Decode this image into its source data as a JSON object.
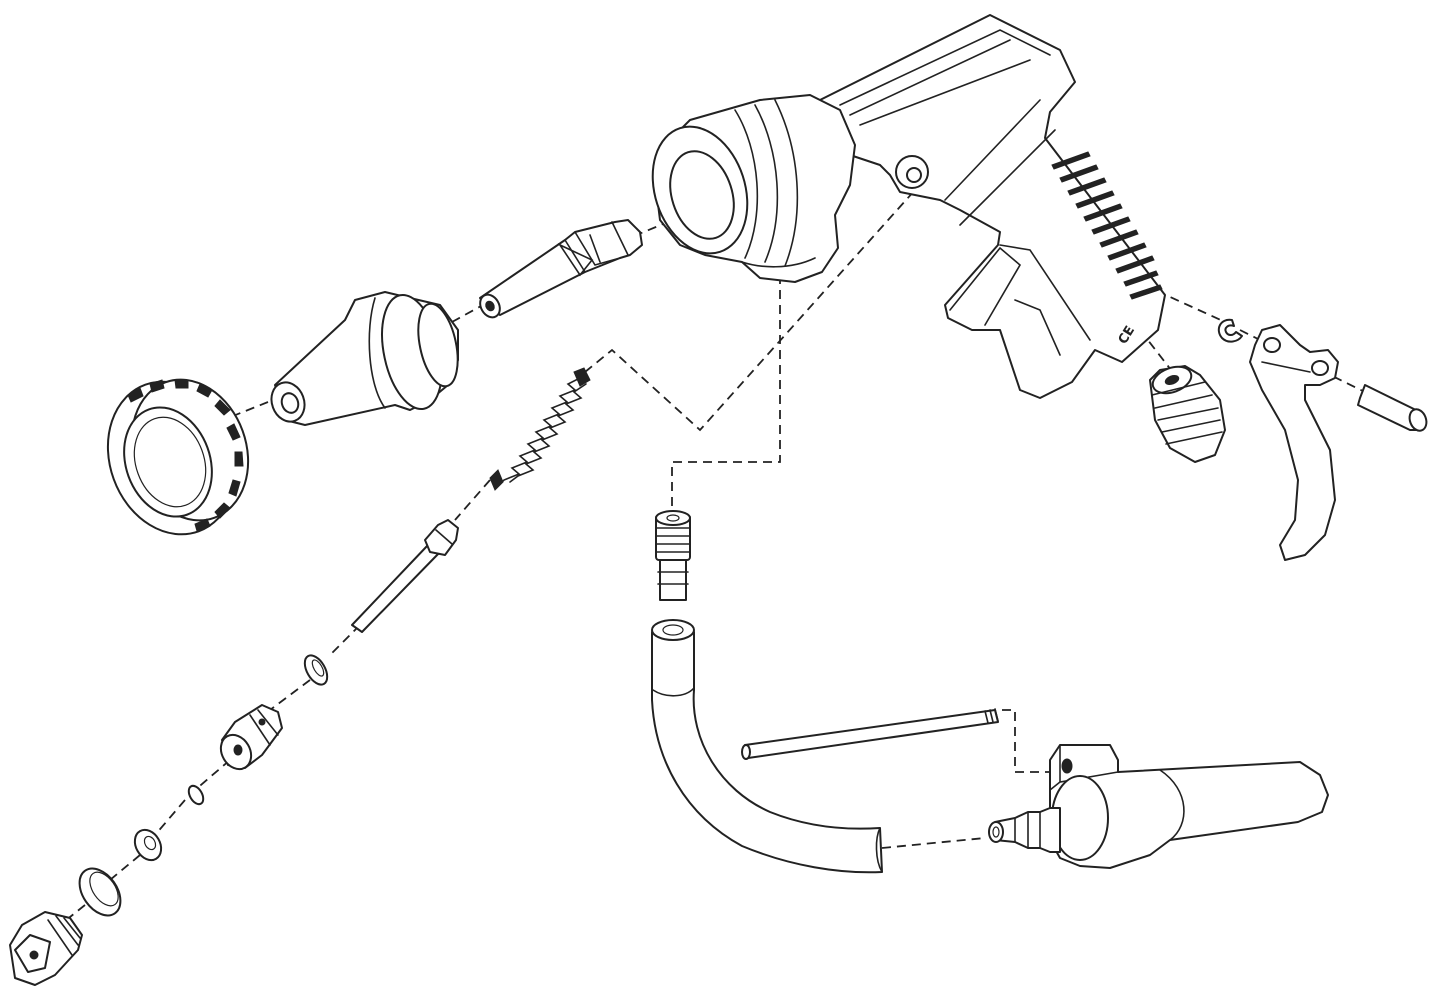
{
  "diagram": {
    "kind": "exploded parts view",
    "subject": "spray gun",
    "line_color": "#222222",
    "background_color": "#ffffff",
    "leader_style": "dashed",
    "body_marking": "CE"
  }
}
